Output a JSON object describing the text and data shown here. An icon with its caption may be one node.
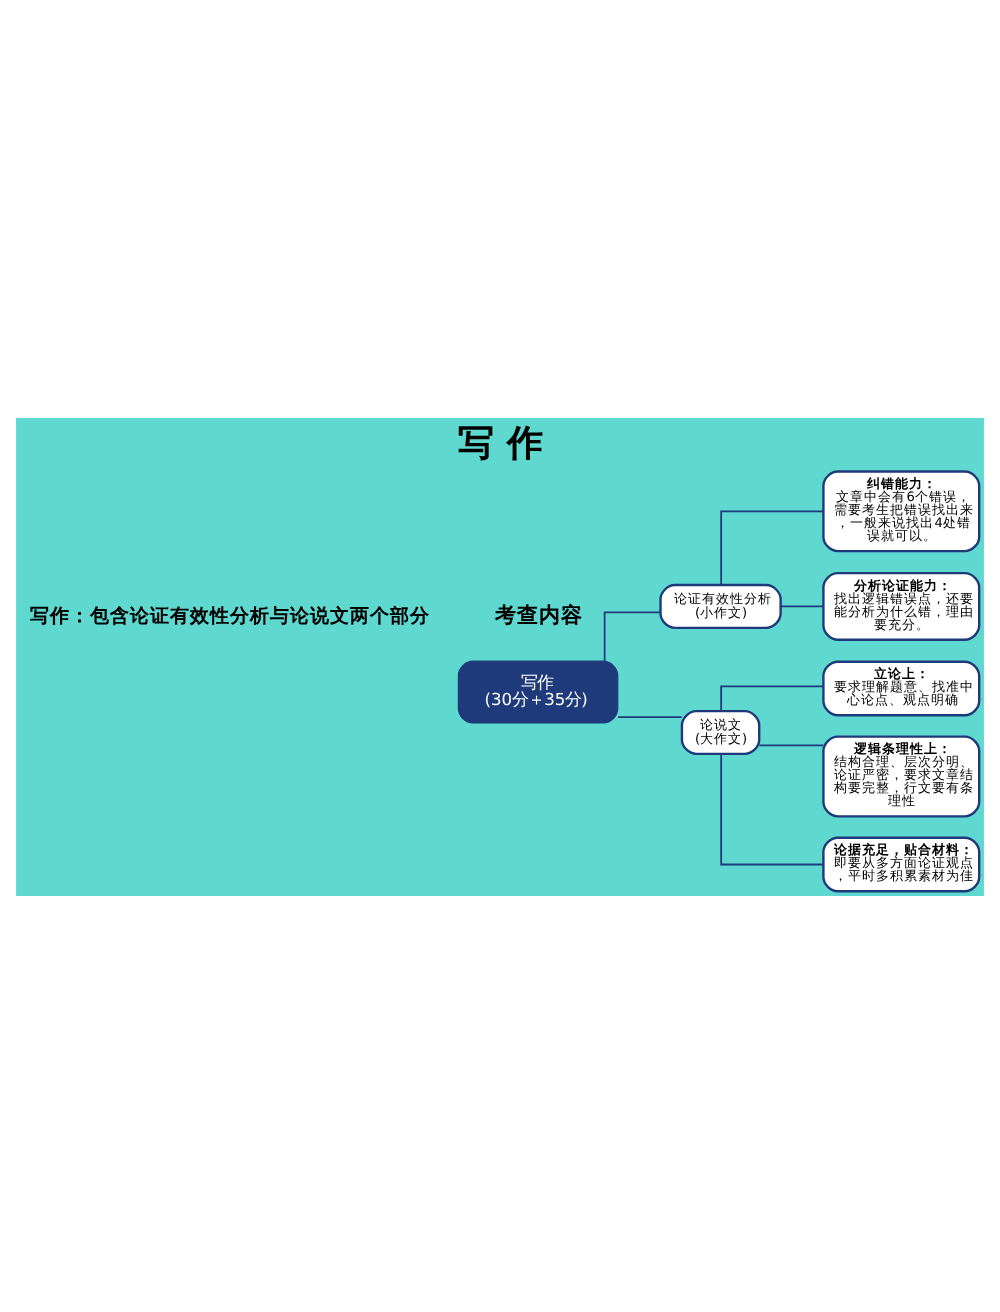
{
  "diagram": {
    "title": "写 作",
    "nodes": [
      {
        "text": [
          "写作",
          "(30分＋35分)"
        ]
      },
      {
        "text": [
          "论证有效性分析",
          "(小作文)"
        ]
      },
      {
        "text": [
          "纠错能力：",
          "文章中会有6个错误，需要考生把错误找出来，一般来说找出4处错误就可以。"
        ]
      },
      {
        "text": [
          "分析论证能力：",
          "找出逻辑错误点，还要能分析为什么错，理由要充分。"
        ]
      },
      {
        "text": [
          "论说文",
          "(大作文)"
        ]
      },
      {
        "text": [
          "立论上：",
          "要求理解题意、找准中心论点、观点明确"
        ]
      },
      {
        "text": [
          "逻辑条理性上：",
          "结构合理、层次分明、论证严密，要求文章结构要完整，行文要有条理性"
        ]
      },
      {
        "text": [
          "论据充足，贴合材料：",
          "即要从多方面论证观点，平时多积累素材为佳"
        ]
      }
    ],
    "edges": [
      {
        "from": 0,
        "to": 1,
        "arrow": "none"
      },
      {
        "from": 0,
        "to": 4,
        "arrow": "none"
      },
      {
        "from": 1,
        "to": 2,
        "arrow": "none"
      },
      {
        "from": 1,
        "to": 3,
        "arrow": "none"
      },
      {
        "from": 4,
        "to": 5,
        "arrow": "none"
      },
      {
        "from": 4,
        "to": 6,
        "arrow": "none"
      },
      {
        "from": 4,
        "to": 7,
        "arrow": "none"
      }
    ],
    "labels": [
      "写作：包含论证有效性分析与论说文两个部分",
      "考查内容"
    ]
  }
}
